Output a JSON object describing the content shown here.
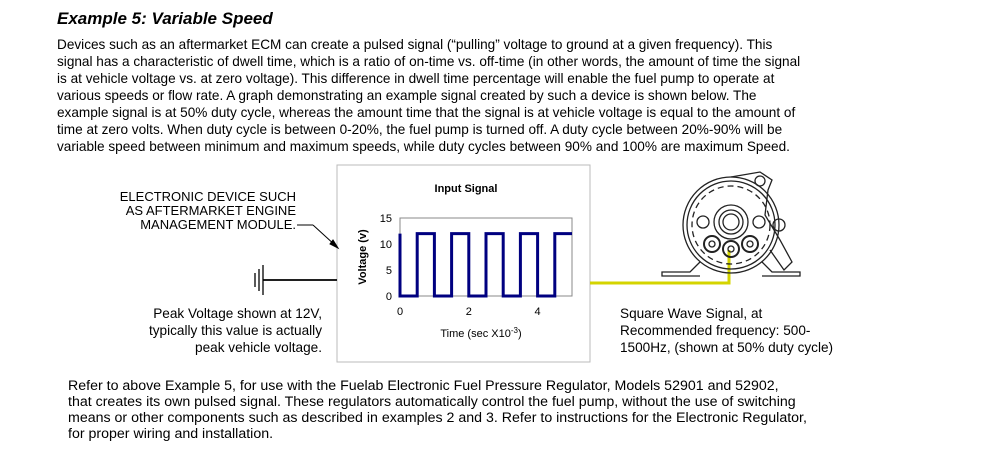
{
  "heading": "Example 5: Variable Speed",
  "intro_lines": [
    "Devices such as an aftermarket ECM can create a pulsed signal (“pulling” voltage to ground at a given frequency).  This",
    "signal has a characteristic of dwell time, which is a ratio of on-time vs. off-time (in other words, the amount of time the signal",
    "is at vehicle voltage vs. at zero voltage).  This difference in dwell time percentage will enable the fuel pump to operate at",
    "various speeds or flow rate.  A graph demonstrating an example signal created by such a device is shown below.  The",
    "example signal is at 50% duty cycle, whereas the amount time that the signal is at vehicle voltage is equal to the amount of",
    "time at zero volts.  When duty cycle is between 0-20%, the fuel pump is turned off. A duty cycle between 20%-90% will be",
    "variable speed between minimum and maximum speeds, while duty cycles between 90% and 100% are maximum Speed."
  ],
  "labels": {
    "device": [
      "ELECTRONIC DEVICE SUCH",
      "AS AFTERMARKET ENGINE",
      "MANAGEMENT MODULE."
    ],
    "peak": [
      "Peak Voltage shown at 12V,",
      "typically this value is actually",
      "peak vehicle voltage."
    ],
    "square": [
      "Square Wave Signal, at",
      "Recommended frequency: 500-",
      "1500Hz, (shown at 50% duty cycle)"
    ]
  },
  "chart_data": {
    "type": "line",
    "title": "Input Signal",
    "xlabel": "Time (sec X10",
    "xlabel_sup": "-3",
    "xlabel_end": ")",
    "ylabel": "Voltage (v)",
    "xlim": [
      0,
      5
    ],
    "ylim": [
      0,
      15
    ],
    "xticks": [
      0,
      2,
      4
    ],
    "yticks": [
      0,
      5,
      10,
      15
    ],
    "series_color": "#000080",
    "points": [
      [
        0,
        12
      ],
      [
        0,
        0
      ],
      [
        0.5,
        0
      ],
      [
        0.5,
        12
      ],
      [
        1,
        12
      ],
      [
        1,
        0
      ],
      [
        1.5,
        0
      ],
      [
        1.5,
        12
      ],
      [
        2,
        12
      ],
      [
        2,
        0
      ],
      [
        2.5,
        0
      ],
      [
        2.5,
        12
      ],
      [
        3,
        12
      ],
      [
        3,
        0
      ],
      [
        3.5,
        0
      ],
      [
        3.5,
        12
      ],
      [
        4,
        12
      ],
      [
        4,
        0
      ],
      [
        4.5,
        0
      ],
      [
        4.5,
        12
      ],
      [
        5,
        12
      ]
    ]
  },
  "wire_color": "#d4d400",
  "bottom_lines": [
    "Refer to above Example 5, for use with the Fuelab Electronic Fuel Pressure Regulator, Models 52901 and 52902,",
    "that creates its own pulsed signal. These regulators automatically control the fuel pump, without the use of switching",
    "means or other components such as described in examples 2 and 3. Refer to instructions for the Electronic Regulator,",
    "for proper wiring and installation."
  ]
}
